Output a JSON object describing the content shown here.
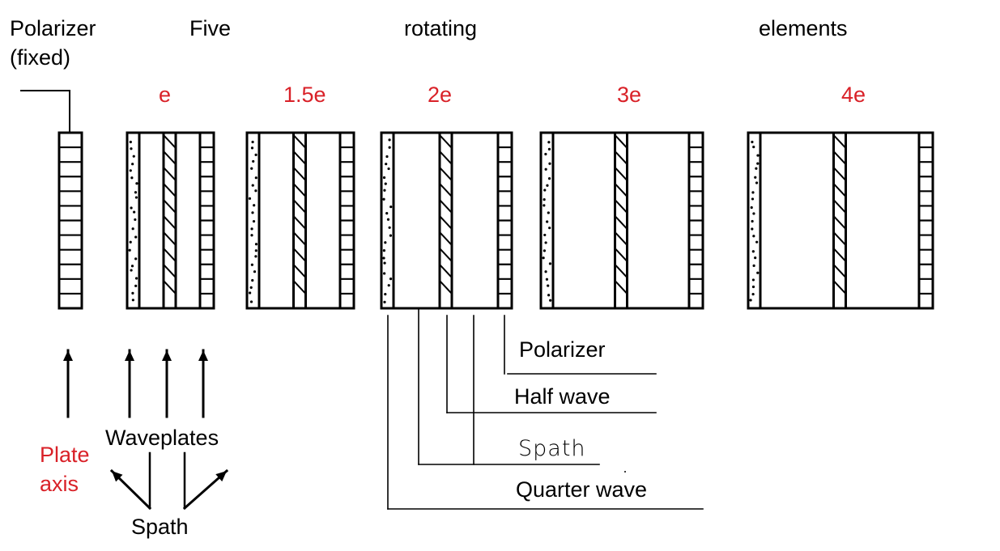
{
  "header": {
    "polarizer_line1": "Polarizer",
    "polarizer_line2": "(fixed)",
    "words": [
      "Five",
      "rotating",
      "elements"
    ]
  },
  "elements": [
    {
      "label": "e",
      "thickness_factor": 1
    },
    {
      "label": "1.5e",
      "thickness_factor": 1.5
    },
    {
      "label": "2e",
      "thickness_factor": 2
    },
    {
      "label": "3e",
      "thickness_factor": 3
    },
    {
      "label": "4e",
      "thickness_factor": 4
    }
  ],
  "legend": {
    "polarizer": "Polarizer",
    "half_wave": "Half wave",
    "spath": "Spath",
    "quarter_wave": "Quarter wave"
  },
  "bottom_left": {
    "plate_axis_line1": "Plate",
    "plate_axis_line2": "axis",
    "waveplates": "Waveplates",
    "spath": "Spath"
  },
  "colors": {
    "label_red": "#d92128",
    "ink": "#000000"
  }
}
